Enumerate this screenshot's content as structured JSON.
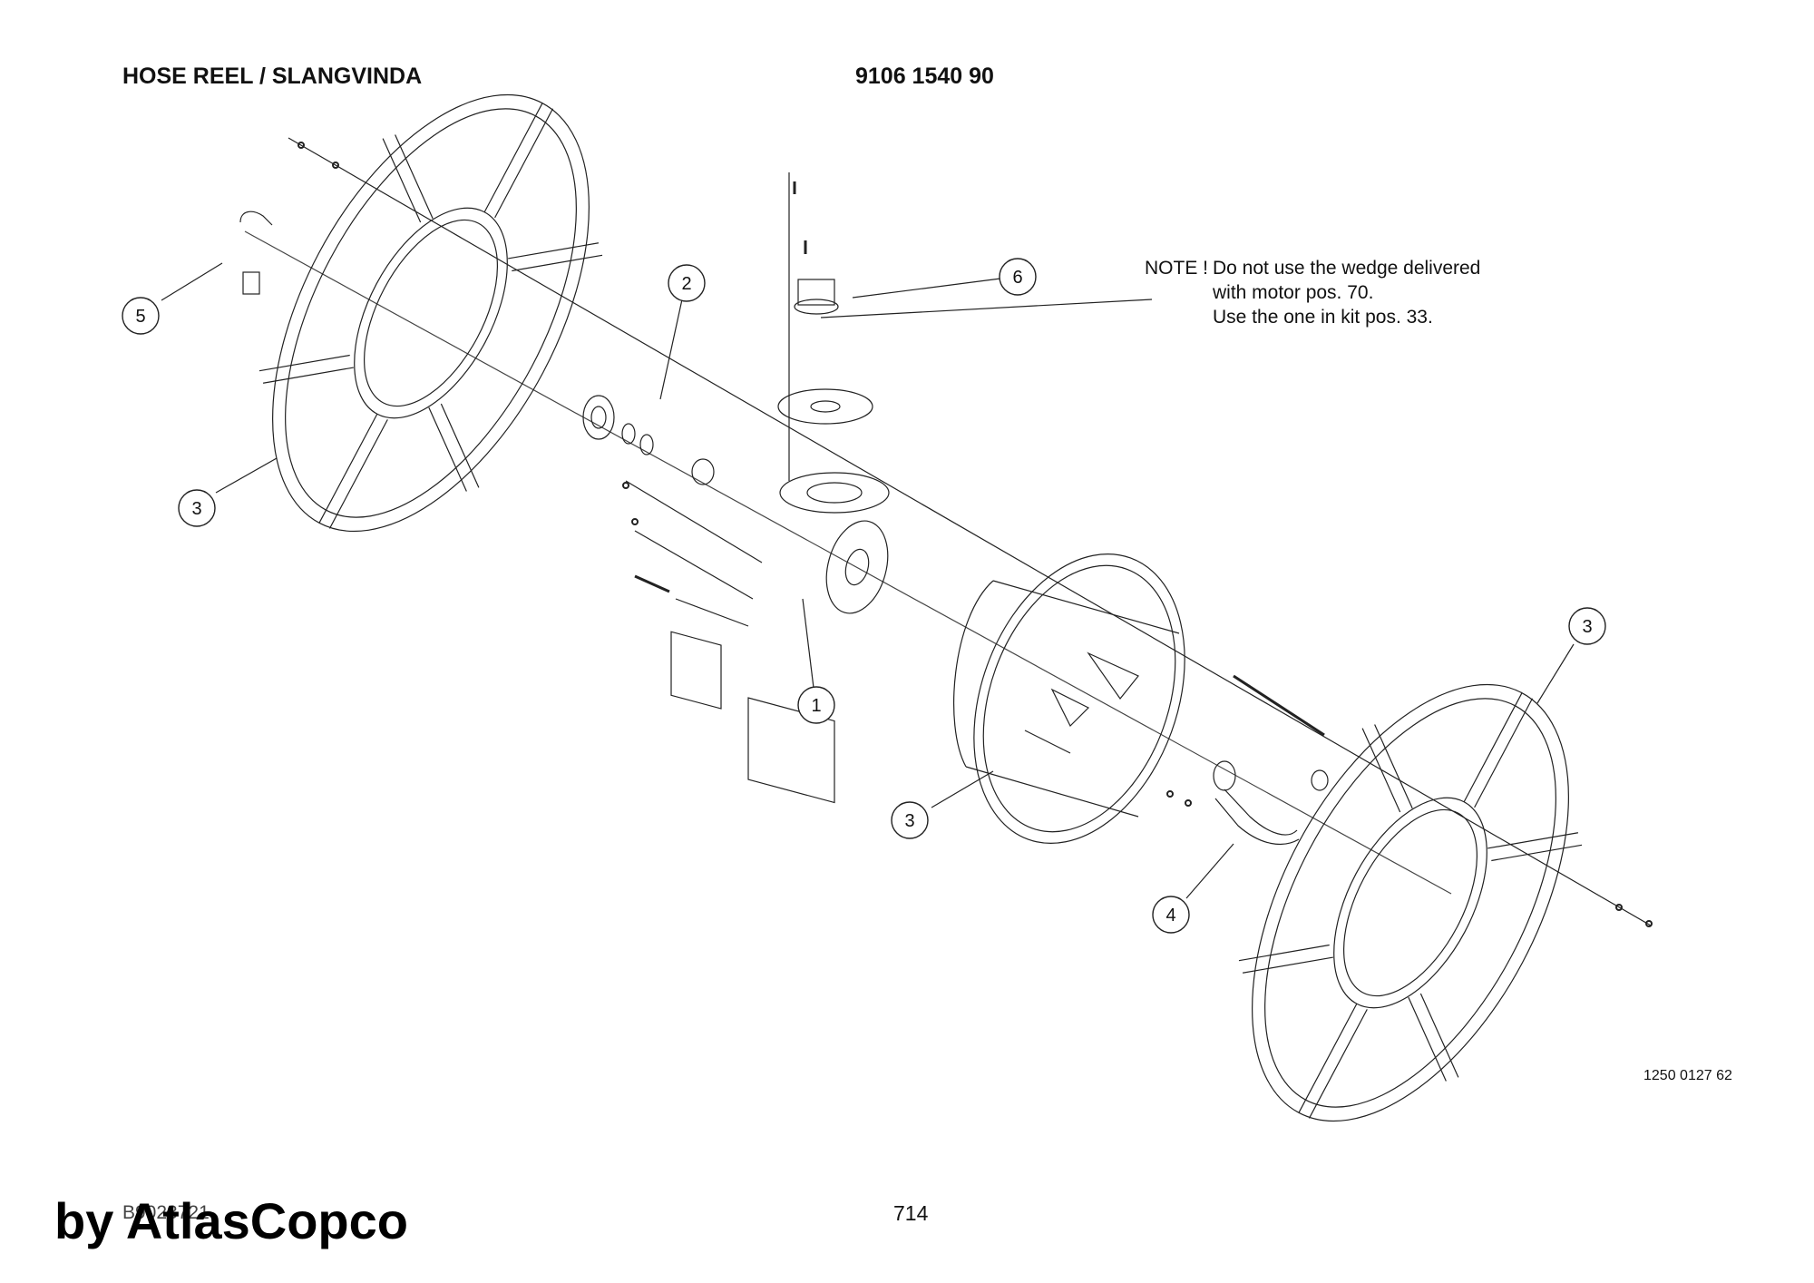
{
  "header": {
    "title": "HOSE REEL / SLANGVINDA",
    "part_number": "9106 1540 90"
  },
  "note": {
    "label": "NOTE !",
    "line1": "Do not use the wedge delivered",
    "line2": "with motor pos. 70.",
    "line3": "Use the one in kit pos. 33."
  },
  "callouts": {
    "c5": "5",
    "c2": "2",
    "c6": "6",
    "c3_left": "3",
    "c1": "1",
    "c3_drum": "3",
    "c3_right": "3",
    "c4": "4"
  },
  "footer": {
    "drawing_number": "1250 0127 62",
    "doc_ref": "B9023721",
    "page_number": "714",
    "brand": "by AtlasCopco"
  }
}
